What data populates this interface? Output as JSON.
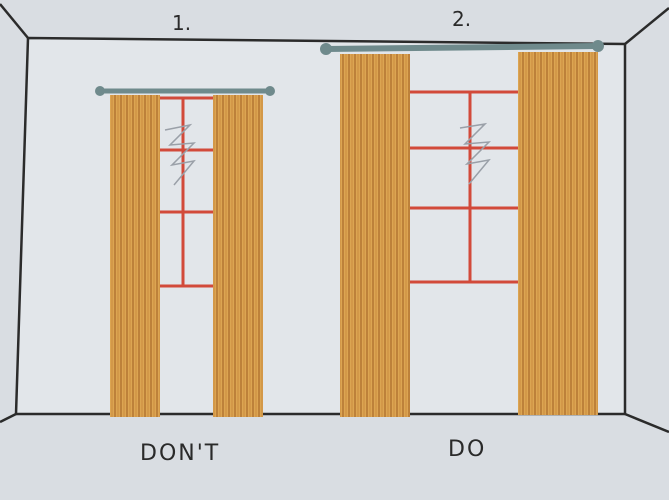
{
  "panels": [
    {
      "number": "1.",
      "caption": "DON'T"
    },
    {
      "number": "2.",
      "caption": "DO"
    }
  ],
  "colors": {
    "paper": "#d9dde2",
    "ink": "#2b2b2b",
    "rod": "#6f8a8c",
    "curtain": "#d9a24a",
    "curtain_line": "#a86a2a",
    "window_frame": "#d24a3a",
    "scribble": "#9aa0a8"
  },
  "icons": {
    "rod_panel_1": "curtain-rod-icon",
    "rod_panel_2": "curtain-rod-icon"
  }
}
